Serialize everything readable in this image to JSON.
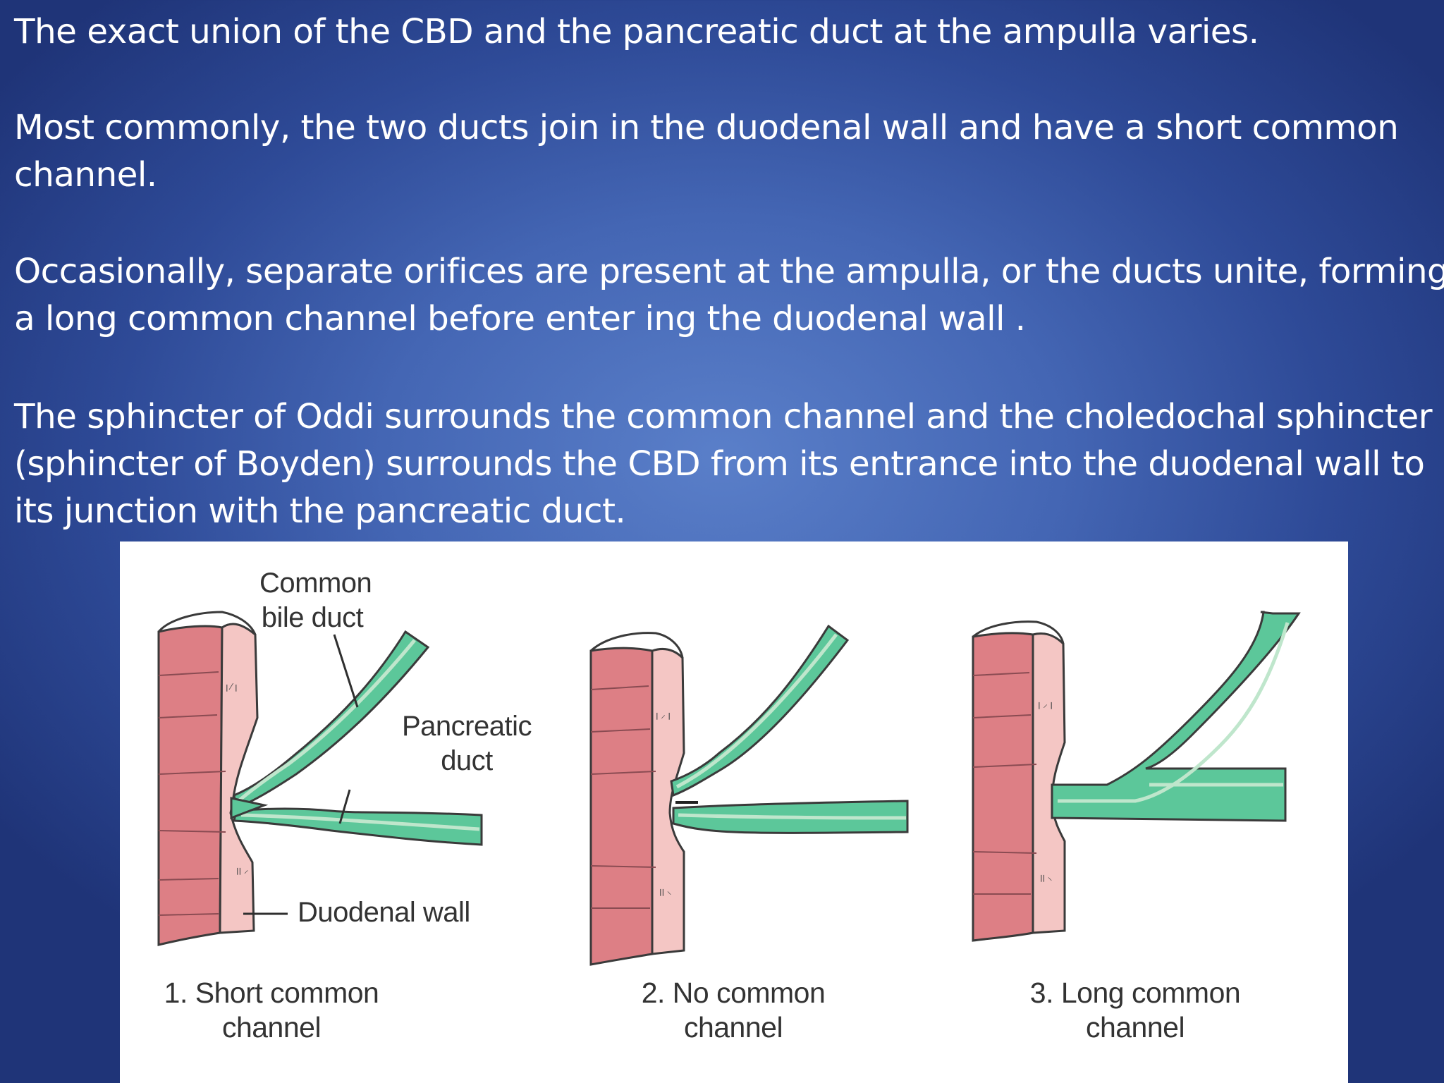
{
  "paragraphs": [
    {
      "lines": [
        "The exact union of the CBD and the pancreatic duct at  the ampulla varies."
      ]
    },
    {
      "lines": [
        "Most commonly, the two ducts join in the  duodenal wall and have a short common",
        "channel."
      ]
    },
    {
      "lines": [
        "Occasionally, separate orifices are present at the ampulla, or the ducts unite, forming",
        "a long common channel before enter ing the duodenal wall ."
      ]
    },
    {
      "lines": [
        "The sphincter of Oddi surrounds the common channel and the choledochal sphincter",
        "(sphincter of Boyden) surrounds the CBD from its entrance  into the duodenal wall to",
        "its junction with the pancreatic  duct."
      ]
    }
  ],
  "figure": {
    "labels": {
      "common_bile_duct": [
        "Common",
        "bile duct"
      ],
      "pancreatic_duct": [
        "Pancreatic",
        "duct"
      ],
      "duodenal_wall": "Duodenal wall"
    },
    "panels": [
      {
        "caption": [
          "1. Short common",
          "channel"
        ]
      },
      {
        "caption": [
          "2. No common",
          "channel"
        ]
      },
      {
        "caption": [
          "3. Long common",
          "channel"
        ]
      }
    ],
    "colors": {
      "duct_fill": "#5cc79a",
      "duct_lining": "#bfe6cc",
      "duodenal_muscle": "#dd7f85",
      "duodenal_mucosa": "#f4c6c4",
      "outline": "#3a3a3a"
    }
  }
}
